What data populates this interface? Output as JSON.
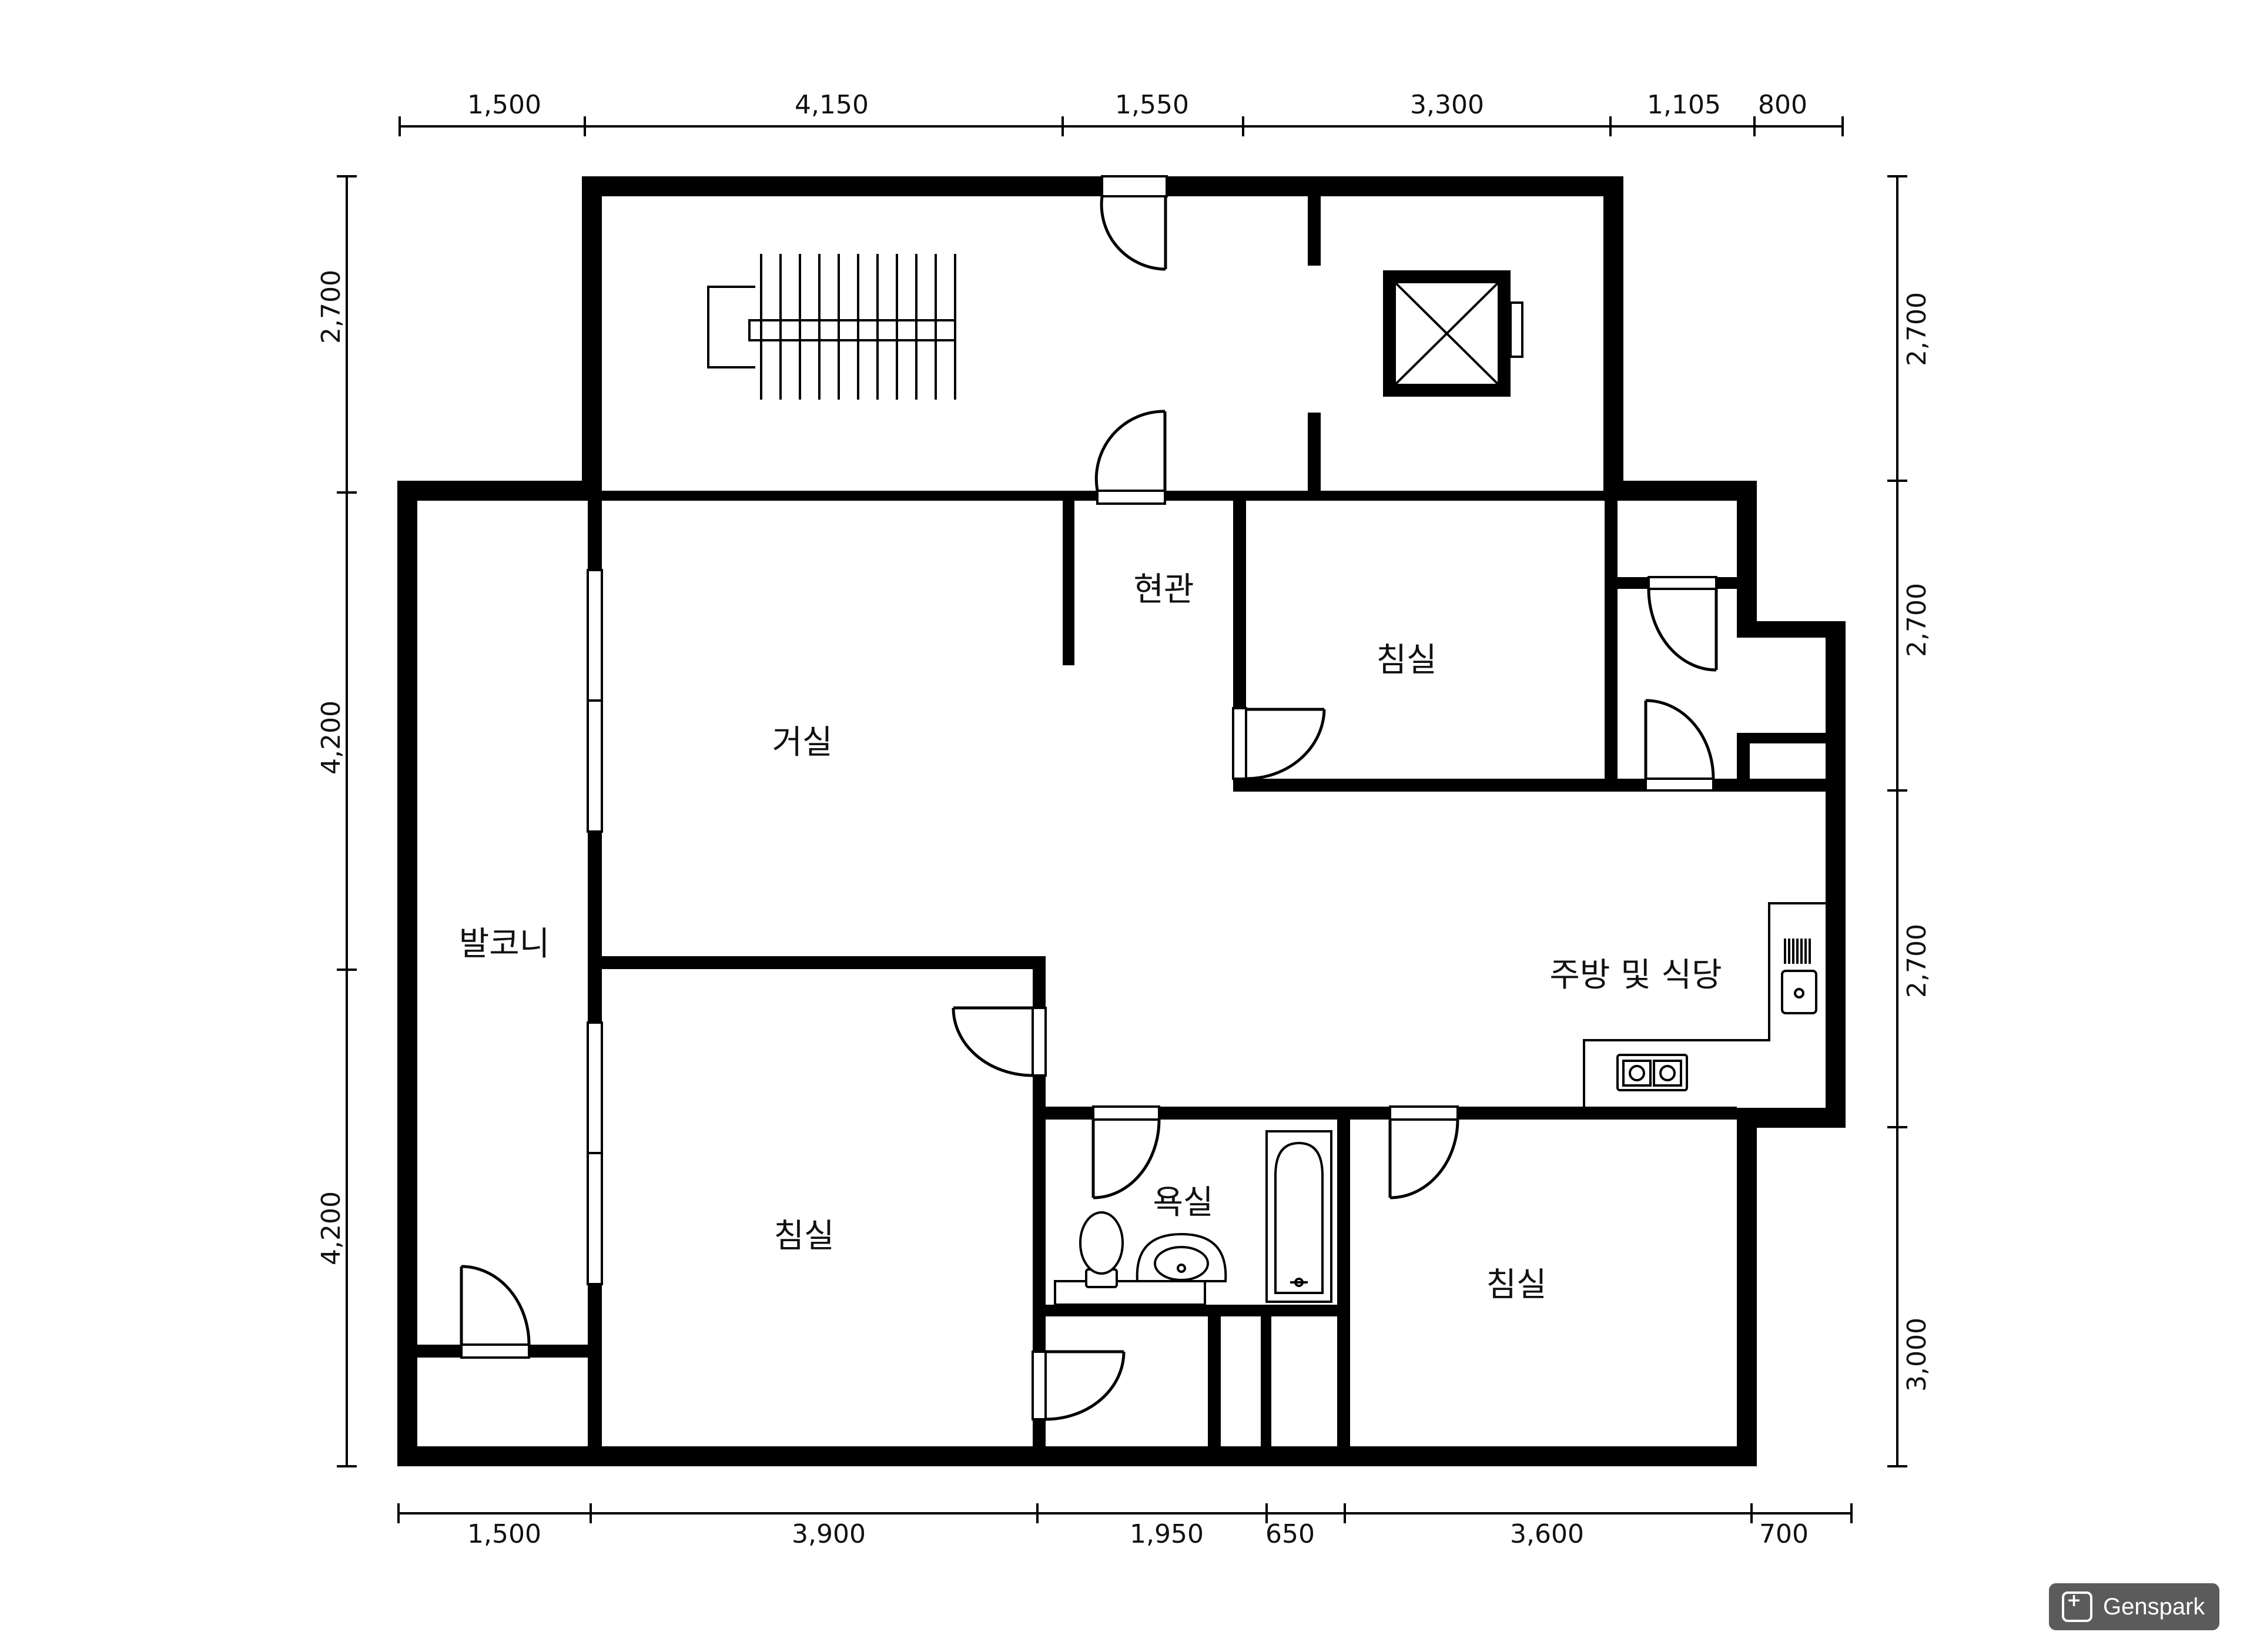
{
  "dimensions": {
    "top": [
      "1,500",
      "4,150",
      "1,550",
      "3,300",
      "1,105",
      "800"
    ],
    "bottom": [
      "1,500",
      "3,900",
      "1,950",
      "650",
      "3,600",
      "700"
    ],
    "left": [
      "2,700",
      "4,200",
      "4,200"
    ],
    "right": [
      "2,700",
      "2,700",
      "2,700",
      "3,000"
    ]
  },
  "rooms": {
    "entrance": "현관",
    "bedroom_top": "침실",
    "living": "거실",
    "balcony": "발코니",
    "kitchen": "주방 및 식당",
    "bedroom_left": "침실",
    "bath": "욕실",
    "bedroom_right": "침실"
  },
  "brand": {
    "name": "Genspark"
  },
  "colors": {
    "wall": "#000000",
    "background": "#ffffff",
    "badge": "#5b5b5b"
  }
}
